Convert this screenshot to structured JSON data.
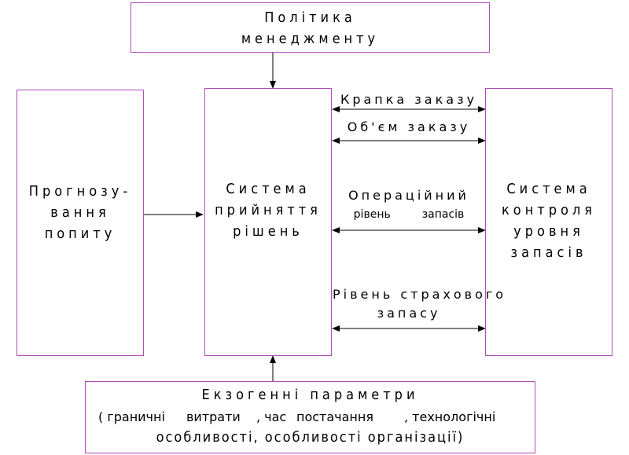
{
  "boxes": {
    "policy": [
      "Політика",
      "менеджменту"
    ],
    "forecast": [
      "Прогнозу-",
      "вання",
      "попиту"
    ],
    "decision": [
      "Система",
      "прийняття",
      "рішень"
    ],
    "control": [
      "Система",
      "контроля",
      "уровня",
      "запасів"
    ],
    "exogenous": {
      "title": "Екзогенні параметри",
      "line2_parts": [
        "( граничні",
        "витрати",
        ", час",
        "постачання",
        ", технологічні"
      ],
      "line3": "особливості, особливості організації)"
    }
  },
  "flows": {
    "order_point": "Крапка заказу",
    "order_volume": "Об'єм заказу",
    "operational_level": [
      "Операційний",
      "рівень",
      "запасів"
    ],
    "safety_stock": [
      "Рівень страхового",
      "запасу"
    ]
  },
  "colors": {
    "box_border": "#b04bb8",
    "arrow": "#000000"
  }
}
